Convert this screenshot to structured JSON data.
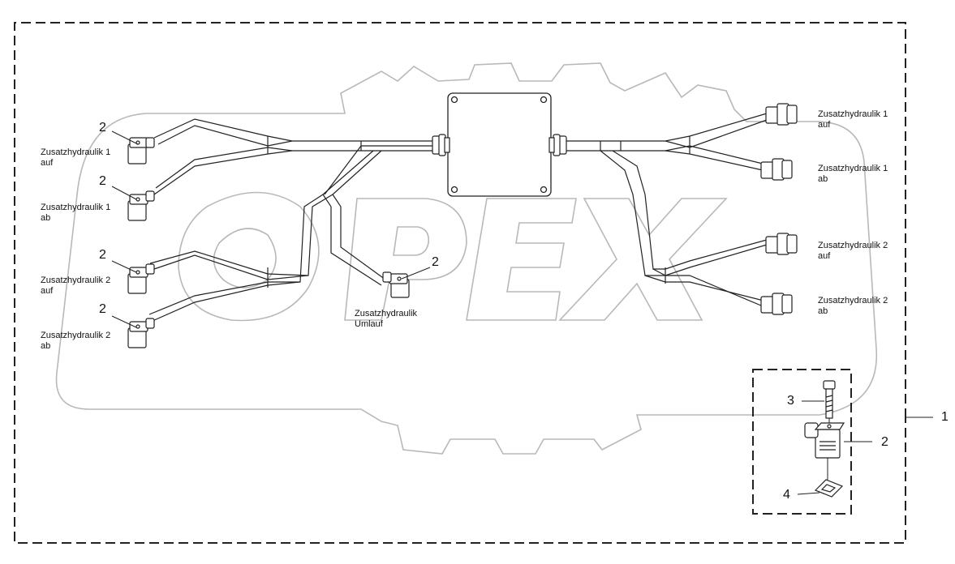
{
  "diagram": {
    "labels": {
      "l_zh1_auf_left": "Zusatzhydraulik 1\nauf",
      "l_zh1_ab_left": "Zusatzhydraulik 1\nab",
      "l_zh2_auf_left": "Zusatzhydraulik 2\nauf",
      "l_zh2_ab_left": "Zusatzhydraulik 2\nab",
      "l_umlauf": "Zusatzhydraulik\nUmlauf",
      "l_zh1_auf_right": "Zusatzhydraulik 1\nauf",
      "l_zh1_ab_right": "Zusatzhydraulik 1\nab",
      "l_zh2_auf_right": "Zusatzhydraulik 2\nauf",
      "l_zh2_ab_right": "Zusatzhydraulik 2\nab"
    },
    "callouts": {
      "c_left_1": "2",
      "c_left_2": "2",
      "c_left_3": "2",
      "c_left_4": "2",
      "c_umlauf": "2",
      "c_bolt": "3",
      "c_valve": "2",
      "c_gasket": "4",
      "c_assembly": "1"
    },
    "watermark_text": "OPEX",
    "colors": {
      "line": "#222222",
      "watermark": "#b5b5b5"
    }
  }
}
